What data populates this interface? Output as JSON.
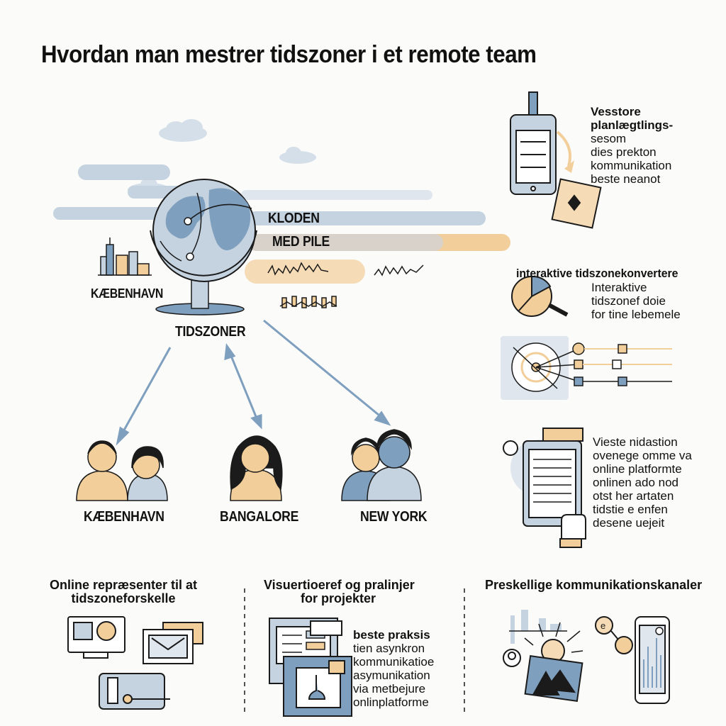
{
  "title": "Hvordan man mestrer tidszoner i et remote team",
  "globe": {
    "label_1": "KLODEN",
    "label_2": "MED PILE",
    "city_left": "KÆBENHAVN",
    "center_label": "TIDSZONER"
  },
  "people": [
    {
      "label": "KÆBENHAVN"
    },
    {
      "label": "BANGALORE"
    },
    {
      "label": "NEW YORK"
    }
  ],
  "right": {
    "phone_card": {
      "heading_1": "Vesstore",
      "heading_2": "planlægtlings-",
      "lines": [
        "sesom",
        "dies prekton",
        "kommunikation",
        "beste neanot"
      ]
    },
    "converter": {
      "heading": "interaktive tidszonekonvertere",
      "lines": [
        "Interaktive",
        "tidszonef doie",
        "for tine lebemele"
      ]
    },
    "tablet": {
      "lines": [
        "Vieste nidastion",
        "ovenege omme va",
        "online platformte",
        "onlinen ado nod",
        "otst her artaten",
        "tidstie e enfen",
        "desene uejeit"
      ]
    }
  },
  "bottom": {
    "col1": {
      "title_1": "Online repræsenter til at",
      "title_2": "tidszoneforskelle"
    },
    "col2": {
      "title_1": "Visuertioeref og pralinjer",
      "title_2": "for projekter",
      "heading": "beste praksis",
      "lines": [
        "tien asynkron",
        "kommunikatioe",
        "asymunikation",
        "via metbejure",
        "onlinplatforme"
      ]
    },
    "col3": {
      "title": "Preskellige kommunikationskanaler"
    }
  },
  "colors": {
    "blue": "#7f9fbe",
    "blue_light": "#c5d3e0",
    "peach": "#f2cf9a",
    "dark": "#1b1b1b"
  }
}
